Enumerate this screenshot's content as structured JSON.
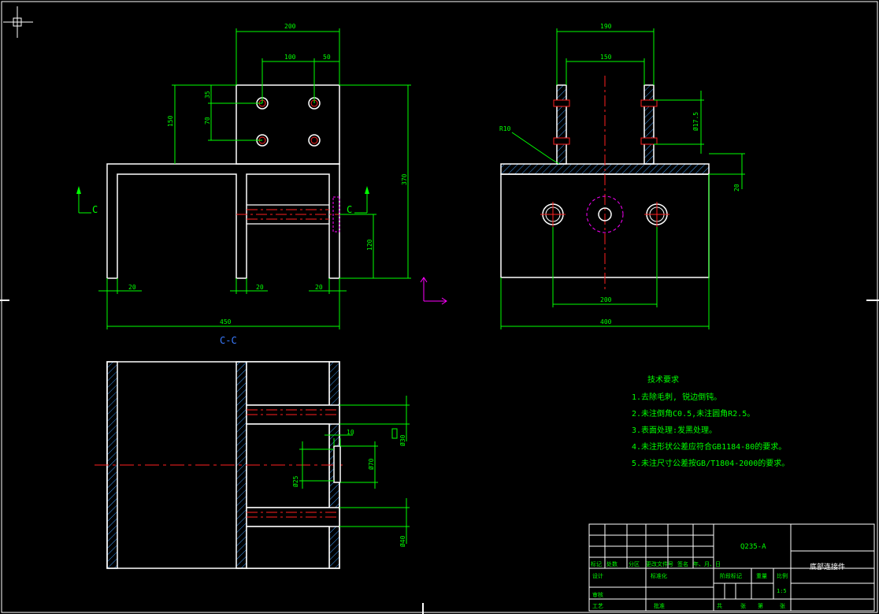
{
  "section": {
    "label": "C",
    "title": "C-C"
  },
  "dims_front": {
    "width_top": "200",
    "hole_spacing": "100",
    "hole_edge": "50",
    "height_top": "150",
    "v35": "35",
    "v70": "70",
    "h370": "370",
    "h120": "120",
    "w20a": "20",
    "w20b": "20",
    "w20c": "20",
    "total_w": "450"
  },
  "dims_side": {
    "w190": "190",
    "w150": "150",
    "r10": "R10",
    "d17_5": "Ø17.5",
    "h20": "20",
    "hole_spacing": "200",
    "total_w": "400"
  },
  "dims_plan": {
    "d10": "10",
    "phi30": "Ø30",
    "phi70": "Ø70",
    "phi25": "Ø25",
    "phi40": "Ø40"
  },
  "tech": {
    "title": "技术要求",
    "items": [
      "1.去除毛刺, 锐边倒钝。",
      "2.未注倒角C0.5,未注圆角R2.5。",
      "3.表面处理:发黑处理。",
      "4.未注形状公差应符合GB1184-80的要求。",
      "5.未注尺寸公差按GB/T1804-2000的要求。"
    ]
  },
  "titleblock": {
    "material": "Q235-A",
    "part_name": "底部连接件",
    "scale": "1:5",
    "row_labels": [
      "标记",
      "处数",
      "分区",
      "更改文件号",
      "签名",
      "年、月、日"
    ],
    "design": "设计",
    "standard": "标准化",
    "stage_mark": "阶段标记",
    "weight": "重量",
    "ratio": "比例",
    "review": "审核",
    "process": "工艺",
    "approve": "批准",
    "sheets_total": "共",
    "sheet": "张",
    "sheet_no": "第",
    "sheet_unit": "张"
  },
  "colors": {
    "outline": "#ffffff",
    "dimension": "#00ff00",
    "center": "#ff2020",
    "magenta": "#ff00ff",
    "section": "#3a7bff",
    "hatch": "#40a0ff"
  }
}
